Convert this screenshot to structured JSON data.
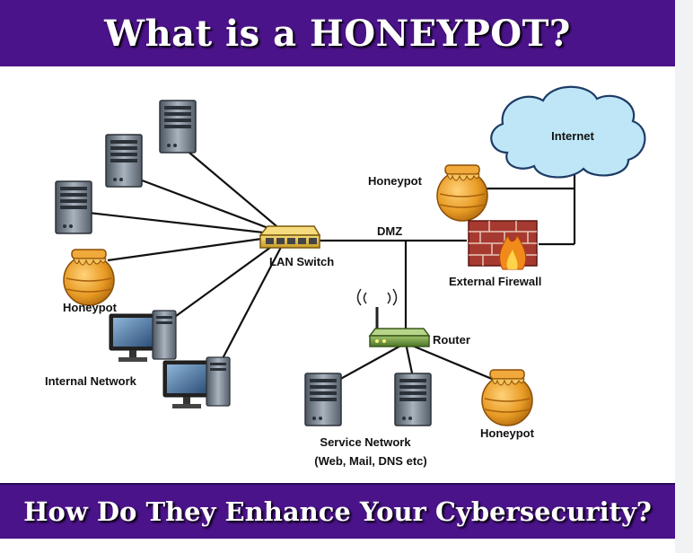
{
  "title": "What is a HONEYPOT?",
  "subtitle": "How Do They Enhance Your Cybersecurity?",
  "labels": {
    "internet": "Internet",
    "honeypot_top": "Honeypot",
    "honeypot_left": "Honeypot",
    "honeypot_bottom": "Honeypot",
    "lan_switch": "LAN Switch",
    "dmz": "DMZ",
    "external_firewall": "External Firewall",
    "router": "Router",
    "internal_network": "Internal Network",
    "service_network_1": "Service Network",
    "service_network_2": "(Web, Mail, DNS etc)"
  },
  "colors": {
    "banner": "#4a1389",
    "cloud": "#bfe6f7",
    "honey": "#e89b24",
    "switch": "#e8c14a",
    "router": "#6e9a3e",
    "firewall_brick": "#a73a30",
    "server": "#6b7480"
  }
}
